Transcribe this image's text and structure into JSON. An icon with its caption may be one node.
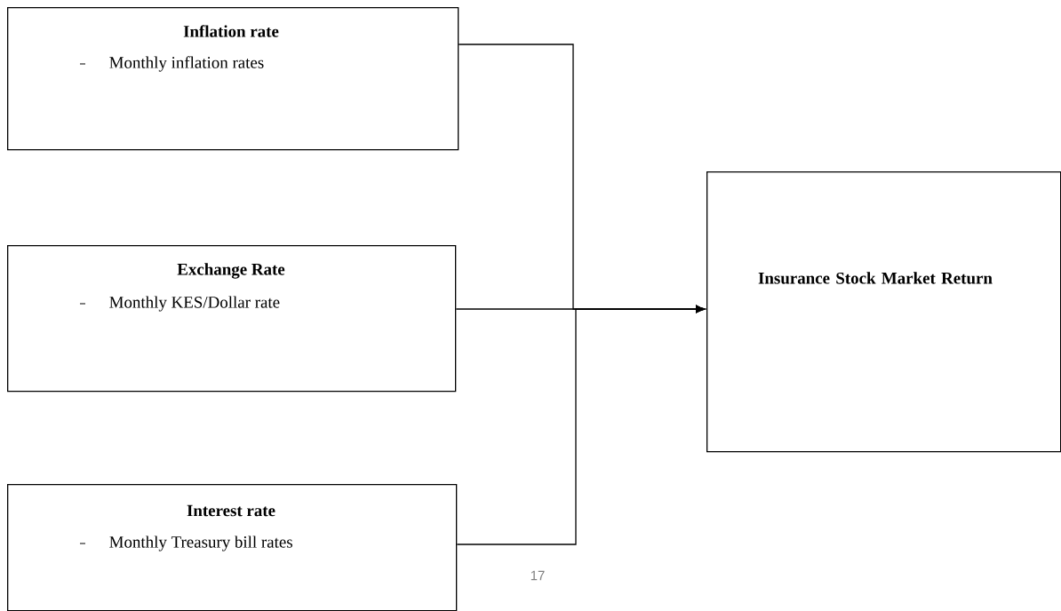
{
  "diagram": {
    "nodes": [
      {
        "text": [
          "Inflation rate",
          "Monthly inflation rates"
        ]
      },
      {
        "text": [
          "Exchange Rate",
          "Monthly KES/Dollar rate"
        ]
      },
      {
        "text": [
          "Interest rate",
          "Monthly Treasury bill rates"
        ]
      },
      {
        "text": [
          "Insurance Stock Market Return"
        ]
      }
    ],
    "edges": [
      {
        "from": 0,
        "to": 3,
        "arrow": "to"
      },
      {
        "from": 1,
        "to": 3,
        "arrow": "to"
      },
      {
        "from": 2,
        "to": 3,
        "arrow": "to"
      }
    ],
    "labels": [
      "17"
    ]
  }
}
